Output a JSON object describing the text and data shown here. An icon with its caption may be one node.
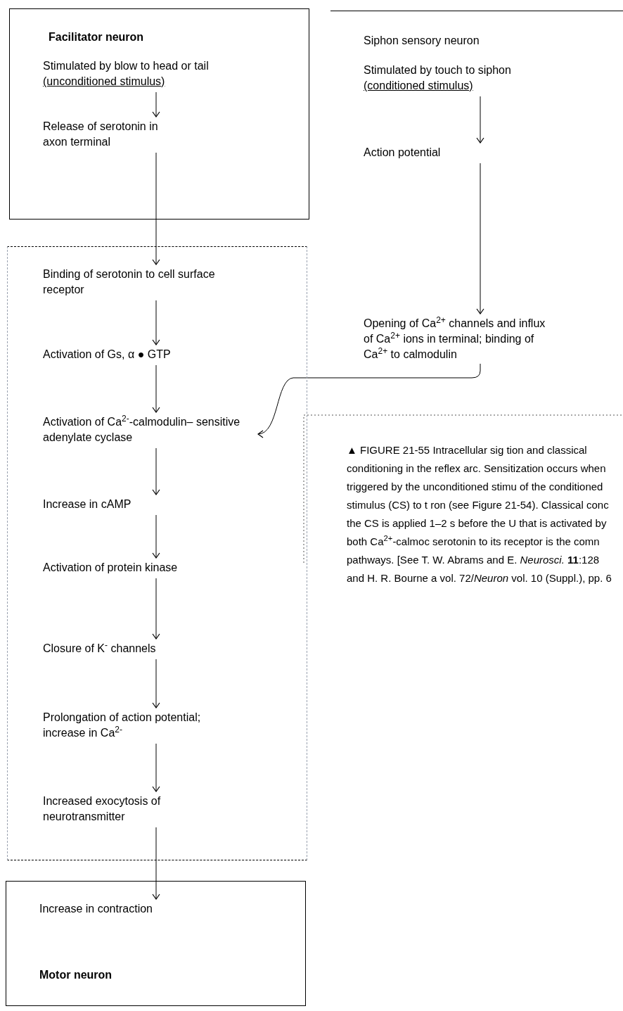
{
  "diagram": {
    "caption": "▲ FIGURE 21-55 Intracellular sig tion and classical conditioning in the reflex arc. Sensitization occurs when triggered by the unconditioned stimu of the conditioned stimulus (CS) to t ron (see Figure 21-54). Classical conc the CS is applied 1–2 s before the U that is activated by both Ca$^{2+}$-calmoc serotonin to its receptor is the comn pathways. [See T. W. Abrams and E. *Neurosci.* **11**:128 and H. R. Bourne a vol. 72/*Neuron* vol. 10 (Suppl.), pp. 6",
    "nodes": [
      {
        "text": [
          "Facilitator neuron"
        ]
      },
      {
        "text": [
          "Stimulated by blow to head or tail (unconditioned stimulus)"
        ],
        "in": 0
      },
      {
        "text": [
          "Release of serotonin in axon terminal"
        ],
        "in": 0
      },
      {
        "text": [
          "Siphon sensory neuron"
        ]
      },
      {
        "text": [
          "Stimulated by touch to siphon (conditioned stimulus)"
        ],
        "in": 3
      },
      {
        "text": [
          "Action potential"
        ],
        "in": 3
      },
      {
        "text": [
          "Opening of Ca$^{2+}$ channels and influx of Ca$^{2+}$ ions in terminal; binding of Ca$^{2+}$ to calmodulin"
        ],
        "in": 3
      },
      {
        "text": [],
        "shape": "box"
      },
      {
        "text": [
          "Binding of serotonin to cell surface receptor"
        ],
        "in": 7
      },
      {
        "text": [
          "Activation of Gs, α ● GTP"
        ],
        "in": 7
      },
      {
        "text": [
          "Activation of Ca$^{2-}$-calmodulin– sensitive adenylate cyclase"
        ],
        "in": 7
      },
      {
        "text": [
          "Increase in cAMP"
        ],
        "in": 7
      },
      {
        "text": [
          "Activation of protein kinase"
        ],
        "in": 7
      },
      {
        "text": [
          "Closure of K$^{-}$ channels"
        ],
        "in": 7
      },
      {
        "text": [
          "Prolongation of action potential; increase in Ca$^{2-}$"
        ],
        "in": 7
      },
      {
        "text": [
          "Increased exocytosis of neurotransmitter"
        ],
        "in": 7
      },
      {
        "text": [
          "Motor neuron"
        ]
      },
      {
        "text": [
          "Increase in contraction"
        ],
        "in": 16
      }
    ],
    "edges": [
      {
        "from": 1,
        "to": 2,
        "arrow": "to"
      },
      {
        "from": 2,
        "to": 8,
        "arrow": "to"
      },
      {
        "from": 4,
        "to": 5,
        "arrow": "to"
      },
      {
        "from": 5,
        "to": 6,
        "arrow": "to"
      },
      {
        "from": 6,
        "to": 10,
        "arrow": "to"
      },
      {
        "from": 8,
        "to": 9,
        "arrow": "to"
      },
      {
        "from": 9,
        "to": 10,
        "arrow": "to"
      },
      {
        "from": 10,
        "to": 11,
        "arrow": "to"
      },
      {
        "from": 11,
        "to": 12,
        "arrow": "to"
      },
      {
        "from": 12,
        "to": 13,
        "arrow": "to"
      },
      {
        "from": 13,
        "to": 14,
        "arrow": "to"
      },
      {
        "from": 14,
        "to": 15,
        "arrow": "to"
      },
      {
        "from": 15,
        "to": 17,
        "arrow": "to"
      }
    ]
  }
}
